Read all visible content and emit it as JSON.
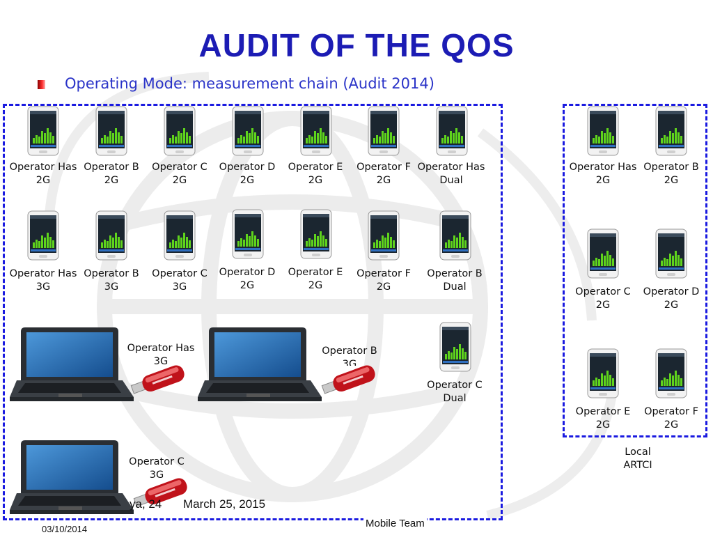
{
  "slide": {
    "title": "AUDIT OF THE QOS",
    "subtitle": "Operating Mode: measurement chain (Audit 2014)",
    "mobile_team_label": "Mobile Team",
    "local_label_line1": "Local",
    "local_label_line2": "ARTCI",
    "event_date": "March 25, 2015",
    "event_date_prefix": "ya, 24",
    "slide_date": "03/10/2014"
  },
  "mobile_team": {
    "row1": [
      {
        "name": "Operator Has",
        "tech": "2G"
      },
      {
        "name": "Operator B",
        "tech": "2G"
      },
      {
        "name": "Operator C",
        "tech": "2G"
      },
      {
        "name": "Operator D",
        "tech": "2G"
      },
      {
        "name": "Operator E",
        "tech": "2G"
      },
      {
        "name": "Operator F",
        "tech": "2G"
      },
      {
        "name": "Operator Has",
        "tech": "Dual"
      }
    ],
    "row2": [
      {
        "name": "Operator Has",
        "tech": "3G"
      },
      {
        "name": "Operator B",
        "tech": "3G"
      },
      {
        "name": "Operator C",
        "tech": "3G"
      },
      {
        "name": "Operator D",
        "tech": "2G"
      },
      {
        "name": "Operator E",
        "tech": "2G"
      },
      {
        "name": "Operator F",
        "tech": "2G"
      },
      {
        "name": "Operator B",
        "tech": "Dual"
      }
    ],
    "row3_phone": {
      "name": "Operator C",
      "tech": "Dual"
    },
    "laptops": [
      {
        "name": "Operator Has",
        "tech": "3G"
      },
      {
        "name": "Operator B",
        "tech": "3G"
      },
      {
        "name": "Operator C",
        "tech": "3G"
      }
    ]
  },
  "local_team": {
    "phones": [
      {
        "name": "Operator Has",
        "tech": "2G"
      },
      {
        "name": "Operator B",
        "tech": "2G"
      },
      {
        "name": "Operator C",
        "tech": "2G"
      },
      {
        "name": "Operator D",
        "tech": "2G"
      },
      {
        "name": "Operator E",
        "tech": "2G"
      },
      {
        "name": "Operator F",
        "tech": "2G"
      }
    ]
  },
  "colors": {
    "title": "#1c1cb4",
    "subtitle": "#2a33c8",
    "dashed_border": "#1a1ae0",
    "signal_bars": "#5fd41c",
    "watermark": "#ececec",
    "dongle_red": "#c0121a"
  },
  "icons": {
    "device": "smartphone-signal-icon",
    "computer": "laptop-icon",
    "modem": "usb-modem-icon",
    "bullet": "square-bullet-icon"
  }
}
